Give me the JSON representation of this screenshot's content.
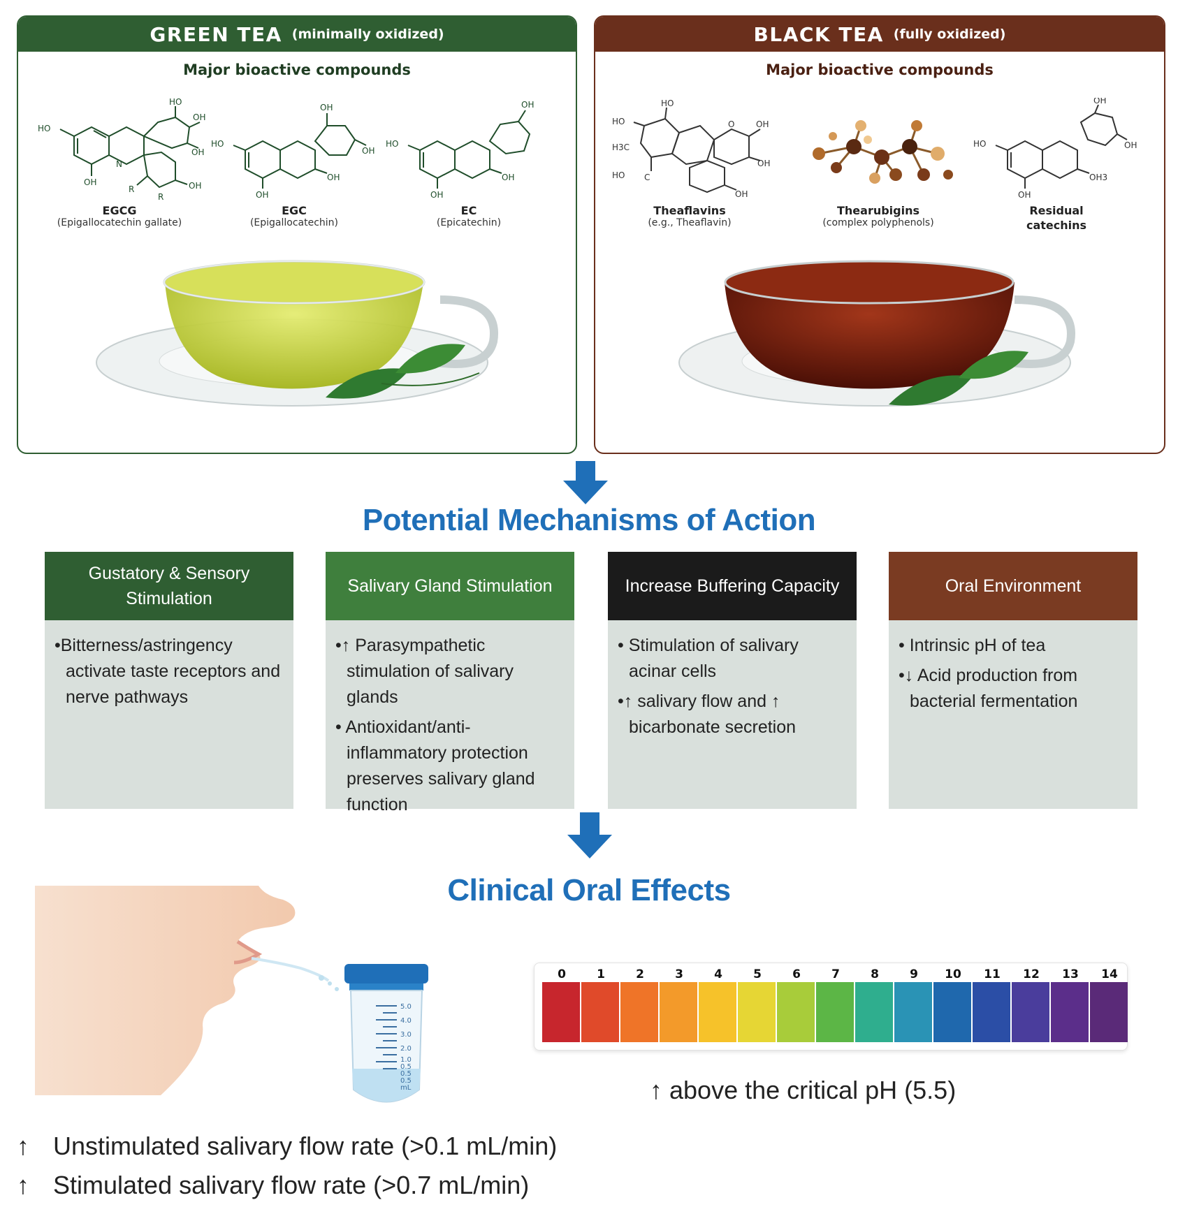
{
  "green_panel": {
    "title": "GREEN TEA",
    "subtitle": "(minimally oxidized)",
    "compounds_heading": "Major bioactive compounds",
    "compounds": [
      {
        "name": "EGCG",
        "full": "(Epigallocatechin gallate)"
      },
      {
        "name": "EGC",
        "full": "(Epigallocatechin)"
      },
      {
        "name": "EC",
        "full": "(Epicatechin)"
      }
    ],
    "liquid_color": "#c9d431"
  },
  "black_panel": {
    "title": "BLACK TEA",
    "subtitle": "(fully oxidized)",
    "compounds_heading": "Major bioactive compounds",
    "compounds": [
      {
        "name": "Theaflavins",
        "full": "(e.g., Theaflavin)"
      },
      {
        "name": "Thearubigins",
        "full": "(complex polyphenols)"
      },
      {
        "name": "Residual",
        "full": "catechins"
      }
    ],
    "liquid_color": "#7a1e0f"
  },
  "molecule_labels": {
    "ho": "HO",
    "oh": "OH",
    "n": "N",
    "r": "R",
    "o": "O",
    "h3c": "H3C",
    "oh3": "OH3",
    "c": "C"
  },
  "mechanisms": {
    "title": "Potential Mechanisms of Action",
    "cards": [
      {
        "header": "Gustatory & Sensory Stimulation",
        "color": "#2f5e32",
        "items": [
          "•Bitterness/astringency activate taste receptors and nerve pathways"
        ]
      },
      {
        "header": "Salivary Gland Stimulation",
        "color": "#3f7f3d",
        "items": [
          "•↑ Parasympathetic stimulation of salivary glands",
          "• Antioxidant/anti-inflammatory protection preserves salivary gland function"
        ]
      },
      {
        "header": "Increase Buffering Capacity",
        "color": "#1b1b1b",
        "items": [
          "• Stimulation of salivary acinar cells",
          "•↑ salivary flow and ↑ bicarbonate secretion"
        ]
      },
      {
        "header": "Oral Environment",
        "color": "#7a3b22",
        "items": [
          "• Intrinsic pH of tea",
          "•↓ Acid production from bacterial fermentation"
        ]
      }
    ]
  },
  "clinical": {
    "title": "Clinical Oral Effects",
    "flow_lines": [
      {
        "arrow": "↑",
        "text": "Unstimulated salivary flow rate (>0.1 mL/min)"
      },
      {
        "arrow": "↑",
        "text": "Stimulated salivary flow rate (>0.7 mL/min)"
      }
    ],
    "tube_marks": [
      "5.0",
      "4.0",
      "3.0",
      "2.0",
      "1.0",
      "0.5",
      "0.5",
      "0.5",
      "mL"
    ],
    "ph_scale": {
      "labels": [
        "0",
        "1",
        "2",
        "3",
        "4",
        "5",
        "6",
        "7",
        "8",
        "9",
        "10",
        "11",
        "12",
        "13",
        "14"
      ],
      "colors": [
        "#c7262d",
        "#e04a2a",
        "#ef7428",
        "#f39a2a",
        "#f6c22a",
        "#e6d634",
        "#a8cc3a",
        "#5cb646",
        "#2fae8e",
        "#2a93b5",
        "#1f68ad",
        "#2b4ea6",
        "#4a3d9c",
        "#5b2e8a",
        "#5a2a78"
      ]
    },
    "ph_note": "↑ above the critical pH (5.5)"
  }
}
